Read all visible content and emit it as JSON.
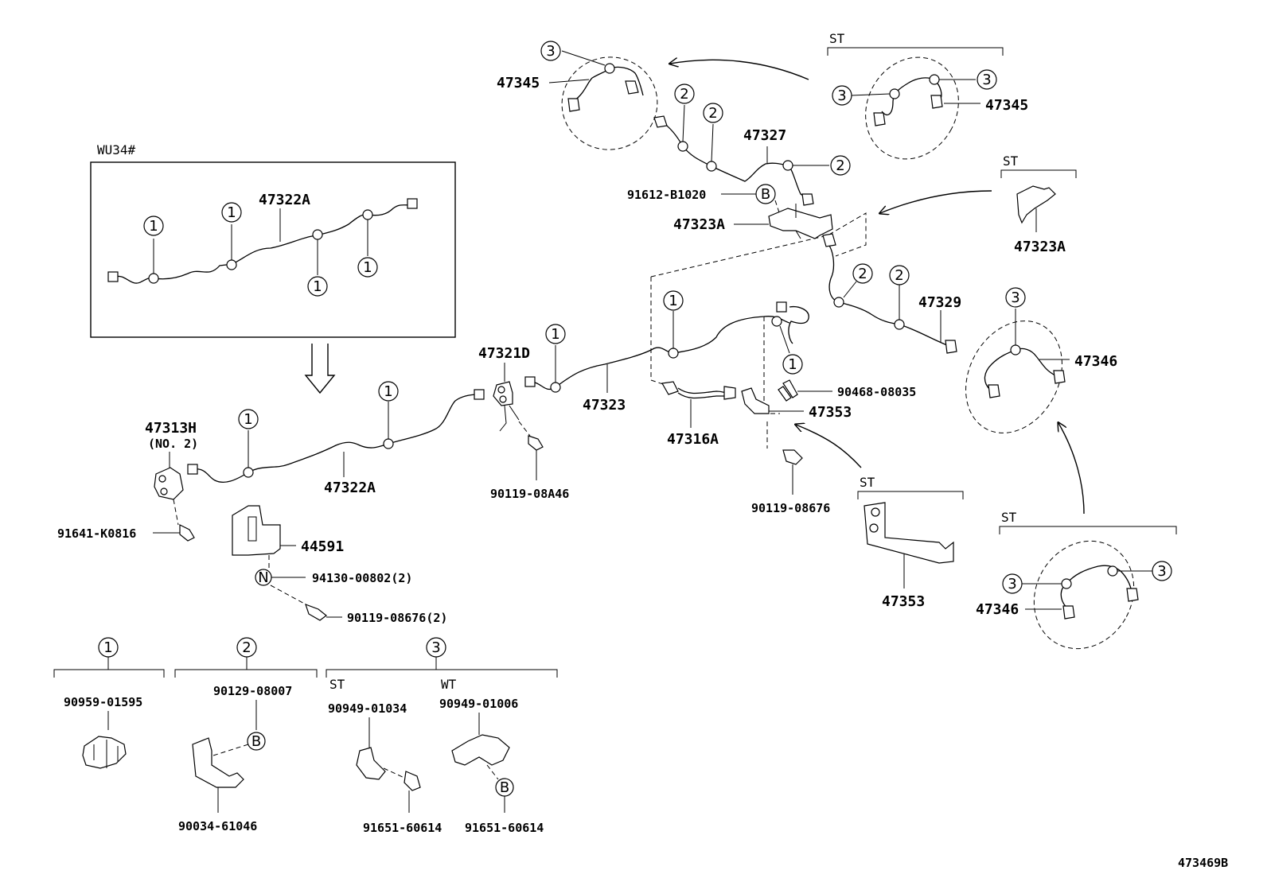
{
  "diagram_code": "473469B",
  "inset_label": "WU34#",
  "variant_labels": {
    "st": "ST",
    "wt": "WT"
  },
  "circle_markers": {
    "one": "1",
    "two": "2",
    "three": "3",
    "b": "B",
    "n": "N"
  },
  "parts": {
    "p47322A_inset": "47322A",
    "p47322A": "47322A",
    "p47313H": "47313H",
    "p47313H_note": "(NO. 2)",
    "p91641": "91641-K0816",
    "p44591": "44591",
    "p94130": "94130-00802(2)",
    "p90119_2": "90119-08676(2)",
    "p47321D": "47321D",
    "p90119_A46": "90119-08A46",
    "p47323": "47323",
    "p47316A": "47316A",
    "p90468": "90468-08035",
    "p47353": "47353",
    "p47353_st": "47353",
    "p90119": "90119-08676",
    "p47345_left": "47345",
    "p47345_right": "47345",
    "p47327": "47327",
    "p91612": "91612-B1020",
    "p47323A": "47323A",
    "p47323A_st": "47323A",
    "p47329": "47329",
    "p47346_upper": "47346",
    "p47346_lower": "47346"
  },
  "legend": {
    "clip1": "90959-01595",
    "clip2_top": "90129-08007",
    "clip2_bottom": "90034-61046",
    "clip3_st_top": "90949-01034",
    "clip3_wt_top": "90949-01006",
    "clip3_st_bottom": "91651-60614",
    "clip3_wt_bottom": "91651-60614"
  }
}
